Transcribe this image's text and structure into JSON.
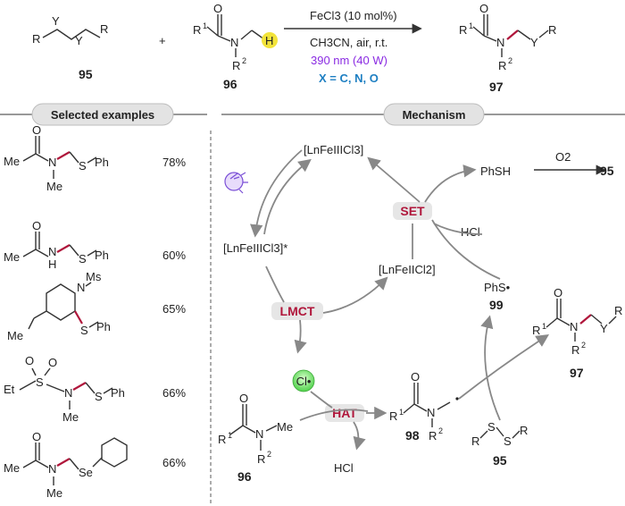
{
  "scheme": {
    "reactant1_number": "95",
    "reactant2_number": "96",
    "product_number": "97",
    "plus": "+",
    "conditions_line1": "FeCl3 (10 mol%)",
    "conditions_line2": "CH3CN, air, r.t.",
    "conditions_light": "390 nm (40 W)",
    "conditions_x": "X = C, N, O",
    "colors": {
      "light": "#8a2be2",
      "x_label": "#1e7fc2",
      "highlight_bond": "#b0163b",
      "h_highlight": "#f2e33a"
    }
  },
  "panels": {
    "left_title": "Selected examples",
    "right_title": "Mechanism"
  },
  "examples": [
    {
      "yield": "78%"
    },
    {
      "yield": "60%"
    },
    {
      "yield": "65%"
    },
    {
      "yield": "66%"
    },
    {
      "yield": "66%"
    }
  ],
  "mechanism": {
    "fe3": "[LnFeIIICl3]",
    "fe3_excited": "[LnFeIIICl3]*",
    "fe2": "[LnFeIICl2]",
    "set": "SET",
    "lmct": "LMCT",
    "hat": "HAT",
    "cl_radical": "Cl•",
    "phsh": "PhSH",
    "o2": "O2",
    "product_95": "95",
    "hcl_1": "HCl",
    "hcl_2": "HCl",
    "phs_radical": "PhS•",
    "num_99": "99",
    "num_98": "98",
    "num_96": "96",
    "num_95": "95",
    "num_97": "97"
  }
}
